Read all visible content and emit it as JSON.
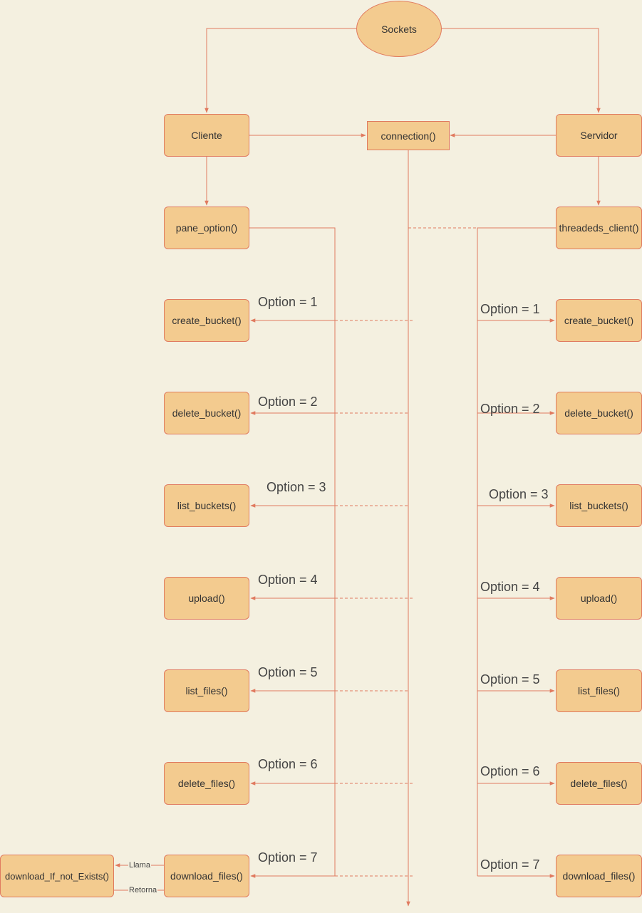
{
  "root": "Sockets",
  "client": "Cliente",
  "server": "Servidor",
  "connection": "connection()",
  "client_dispatcher": "pane_option()",
  "server_dispatcher": "threadeds_client()",
  "client_functions": [
    "create_bucket()",
    "delete_bucket()",
    "list_buckets()",
    "upload()",
    "list_files()",
    "delete_files()",
    "download_files()"
  ],
  "server_functions": [
    "create_bucket()",
    "delete_bucket()",
    "list_buckets()",
    "upload()",
    "list_files()",
    "delete_files()",
    "download_files()"
  ],
  "client_option_labels": [
    "Option = 1",
    "Option = 2",
    "Option = 3",
    "Option = 4",
    "Option = 5",
    "Option = 6",
    "Option = 7"
  ],
  "server_option_labels": [
    "Option = 1",
    "Option = 2",
    "Option = 3",
    "Option = 4",
    "Option = 5",
    "Option = 6",
    "Option = 7"
  ],
  "helper": "download_If_not_Exists()",
  "helper_call_label": "Llama",
  "helper_return_label": "Retorna",
  "colors": {
    "node_fill": "#f3cb8f",
    "stroke": "#e07a5f",
    "background": "#f4f0e0"
  }
}
